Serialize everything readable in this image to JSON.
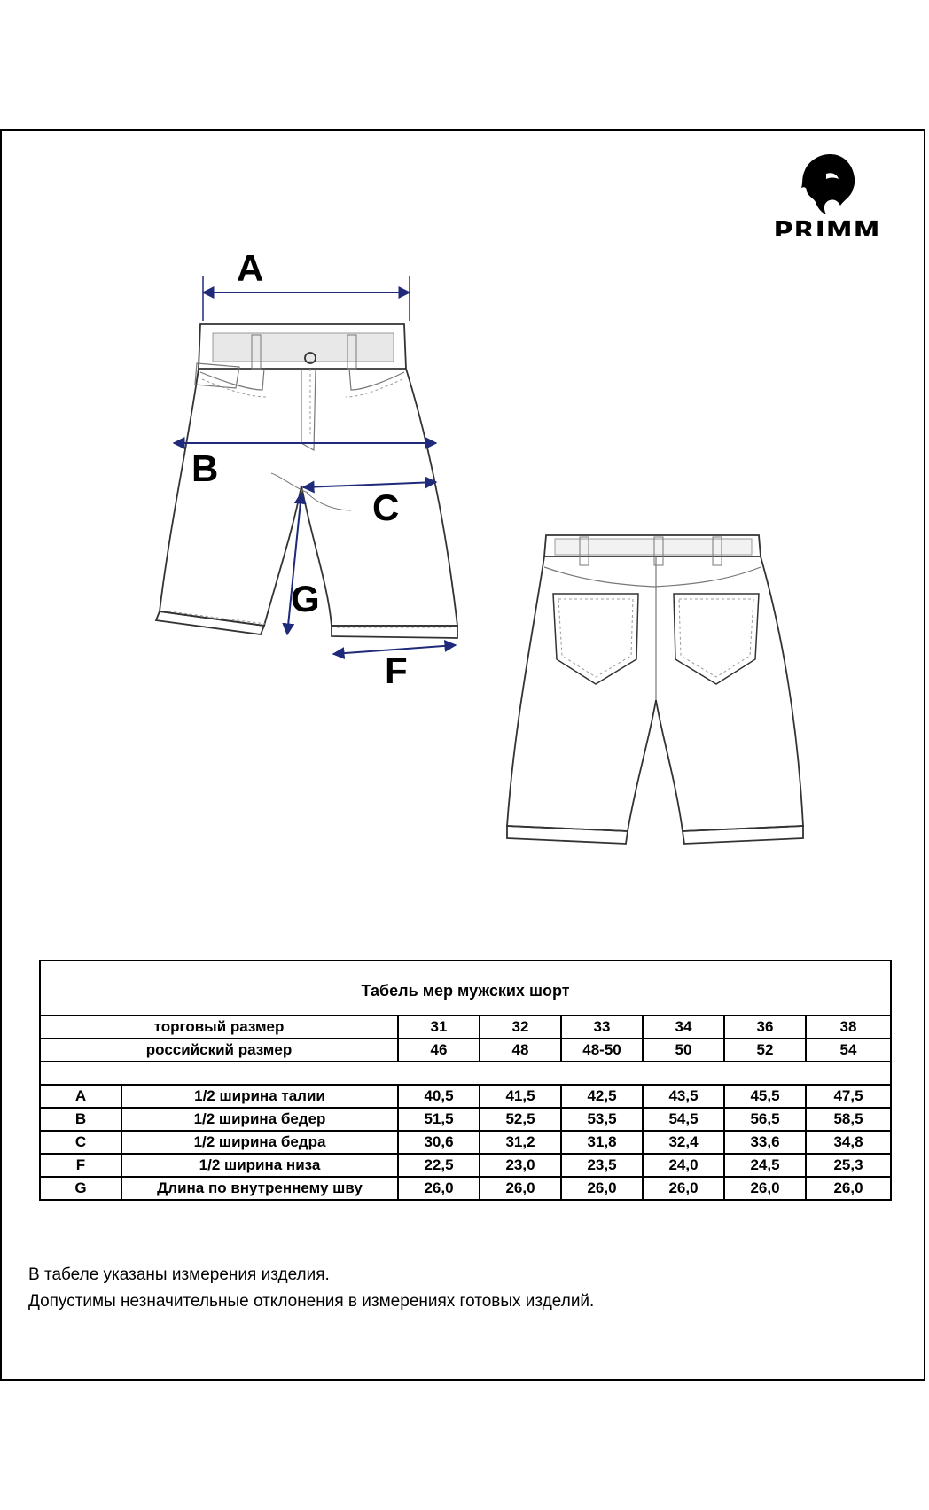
{
  "brand": {
    "name": "PRIMM"
  },
  "diagram": {
    "labels": {
      "a": "A",
      "b": "B",
      "c": "C",
      "g": "G",
      "f": "F"
    },
    "colors": {
      "dimension_line": "#1f2a7a",
      "outline": "#333333",
      "stitch": "#777777"
    }
  },
  "table": {
    "title": "Табель мер мужских шорт",
    "header_rows": [
      {
        "label": "торговый размер",
        "values": [
          "31",
          "32",
          "33",
          "34",
          "36",
          "38"
        ]
      },
      {
        "label": "российский размер",
        "values": [
          "46",
          "48",
          "48-50",
          "50",
          "52",
          "54"
        ]
      }
    ],
    "rows": [
      {
        "code": "A",
        "label": "1/2 ширина талии",
        "values": [
          "40,5",
          "41,5",
          "42,5",
          "43,5",
          "45,5",
          "47,5"
        ]
      },
      {
        "code": "B",
        "label": "1/2 ширина бедер",
        "values": [
          "51,5",
          "52,5",
          "53,5",
          "54,5",
          "56,5",
          "58,5"
        ]
      },
      {
        "code": "C",
        "label": "1/2 ширина бедра",
        "values": [
          "30,6",
          "31,2",
          "31,8",
          "32,4",
          "33,6",
          "34,8"
        ]
      },
      {
        "code": "F",
        "label": "1/2 ширина низа",
        "values": [
          "22,5",
          "23,0",
          "23,5",
          "24,0",
          "24,5",
          "25,3"
        ]
      },
      {
        "code": "G",
        "label": "Длина по внутреннему шву",
        "values": [
          "26,0",
          "26,0",
          "26,0",
          "26,0",
          "26,0",
          "26,0"
        ]
      }
    ]
  },
  "notes": [
    "В табеле указаны измерения изделия.",
    "Допустимы незначительные отклонения в измерениях готовых изделий."
  ]
}
